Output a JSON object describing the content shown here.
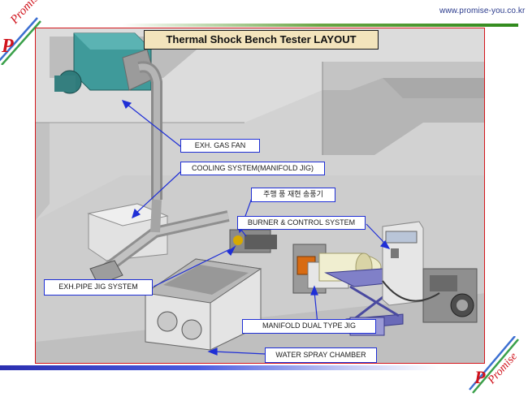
{
  "header": {
    "url": "www.promise-you.co.kr",
    "logo_text": "Promise",
    "logo_letter": "P"
  },
  "diagram": {
    "title": "Thermal Shock Bench Tester LAYOUT",
    "callouts": {
      "exh_gas_fan": "EXH. GAS FAN",
      "cooling_system": "COOLING SYSTEM(MANIFOLD JIG)",
      "korean_label": "주행 풍 재현 송풍기",
      "burner_control": "BURNER & CONTROL SYSTEM",
      "exh_pipe_jig": "EXH.PIPE JIG SYSTEM",
      "manifold_dual": "MANIFOLD DUAL TYPE JIG",
      "water_spray": "WATER SPRAY CHAMBER"
    }
  },
  "footer": {
    "logo_text": "Promise",
    "logo_letter": "P"
  },
  "colors": {
    "frame": "#d4171c",
    "callout_border": "#1f2fd6",
    "arrow": "#1f2fd6",
    "title_bg": "#f3e4bc",
    "url": "#2a3a8c",
    "logo": "#d0131c",
    "top_bar_green": "#2f8a1c",
    "bottom_bar_blue": "#2b2fb0"
  }
}
